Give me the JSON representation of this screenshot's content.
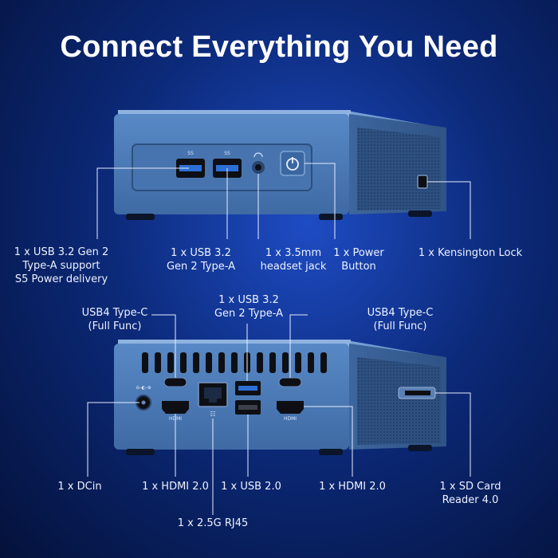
{
  "title": "Connect Everything You Need",
  "top_labels": {
    "usb32_gen2_pd": [
      "1 x USB 3.2 Gen 2",
      "Type-A support",
      "S5 Power delivery"
    ],
    "usb32_gen2": [
      "1 x USB 3.2",
      "Gen 2 Type-A"
    ],
    "audio": [
      "1 x 3.5mm",
      "headset jack"
    ],
    "power": [
      "1 x Power",
      "Button"
    ],
    "kensington": [
      "1 x Kensington Lock"
    ]
  },
  "bottom_labels": {
    "usb4_left": [
      "USB4 Type-C",
      "(Full Func)"
    ],
    "usb32_rear": [
      "1 x USB 3.2",
      "Gen 2 Type-A"
    ],
    "usb4_right": [
      "USB4 Type-C",
      "(Full Func)"
    ],
    "dcin": [
      "1 x DCin"
    ],
    "hdmi_left": [
      "1 x HDMI 2.0"
    ],
    "usb20": [
      "1 x USB 2.0"
    ],
    "hdmi_right": [
      "1 x HDMI 2.0"
    ],
    "sdcard": [
      "1 x SD Card",
      "Reader 4.0"
    ],
    "rj45": [
      "1 x 2.5G RJ45"
    ]
  },
  "port_marks": {
    "ss_logo": "SS",
    "hdmi_logo": "HDMI",
    "rj45_logo": "☷"
  },
  "colors": {
    "chassis": "#4f7fbd",
    "chassis_dark": "#3a6399",
    "port_black": "#0d0f14",
    "usb_blue": "#2c6fd6"
  }
}
